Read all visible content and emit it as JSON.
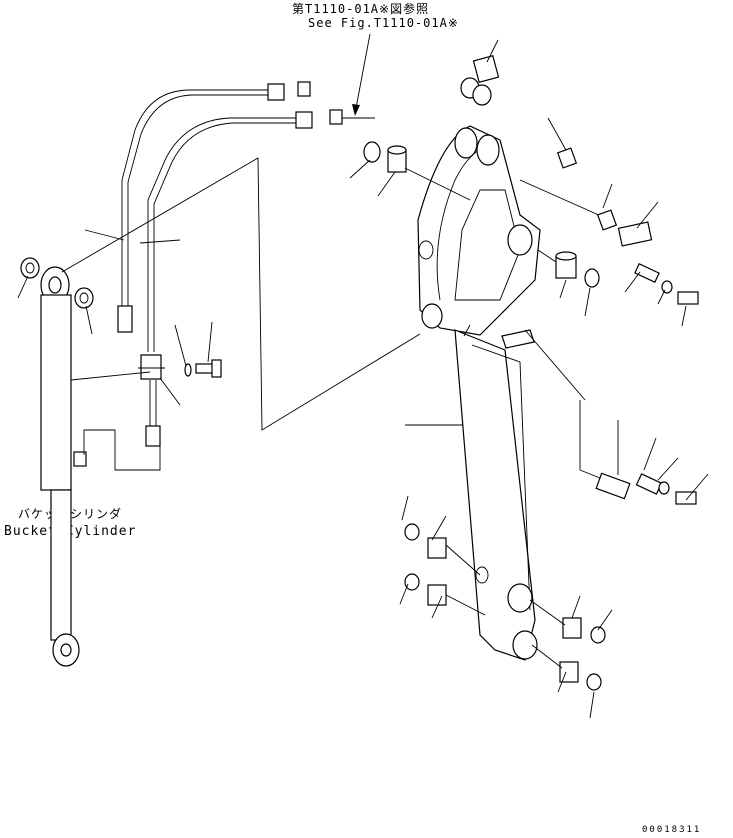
{
  "diagram": {
    "reference_note_jp": "第T1110-01A※図参照",
    "reference_note_en": "See Fig.T1110-01A※",
    "bucket_cylinder_label_jp": "バケットシリンダ",
    "bucket_cylinder_label_en": "Bucket Cylinder",
    "figure_id": "00018311"
  }
}
